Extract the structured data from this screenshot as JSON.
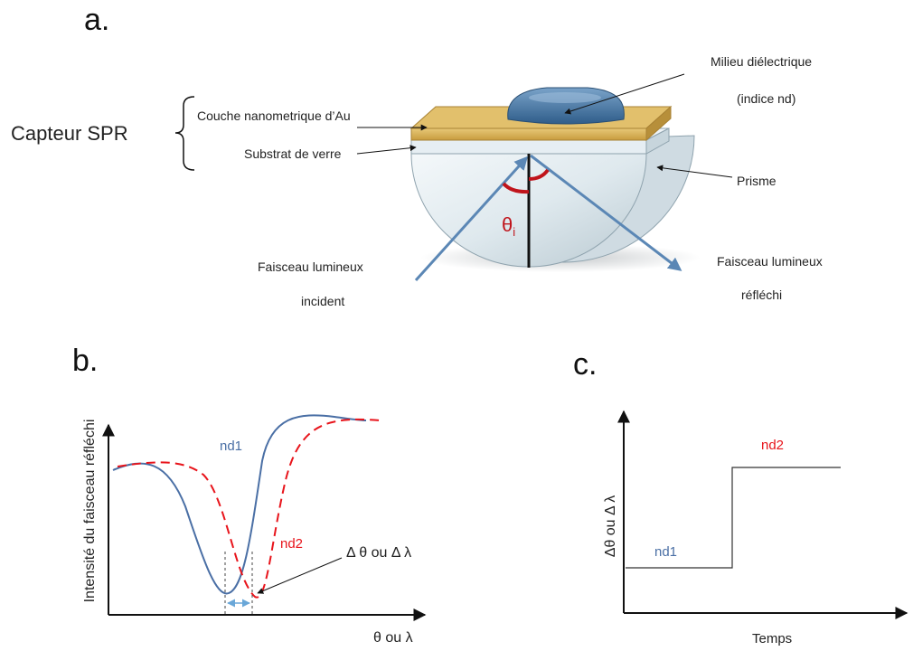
{
  "panels": {
    "a": {
      "letter": "a.",
      "sensor_label": "Capteur SPR",
      "gold_layer": "Couche nanometrique d’Au",
      "glass_substrate": "Substrat de verre",
      "medium_line1": "Milieu diélectrique",
      "medium_line2": "(indice nd)",
      "prism": "Prisme",
      "incident_line1": "Faisceau lumineux",
      "incident_line2": "incident",
      "reflected_line1": "Faisceau lumineux",
      "reflected_line2": "réfléchi",
      "angle_symbol": "θ",
      "angle_subscript": "i"
    },
    "b": {
      "letter": "b.",
      "ylabel": "Intensité du faisceau réfléchi",
      "xlabel": "θ ou λ",
      "curve1_label": "nd1",
      "curve2_label": "nd2",
      "shift_label": "Δ θ ou Δ λ"
    },
    "c": {
      "letter": "c.",
      "ylabel": "Δθ ou Δ λ",
      "xlabel": "Temps",
      "level1_label": "nd1",
      "level2_label": "nd2"
    }
  },
  "colors": {
    "nd1": "#4a6fa5",
    "nd2": "#e8141b",
    "gold": "#d9b25a",
    "drop": "#3f6e9a",
    "beam": "#5b87b5",
    "angle_arc": "#c0141b"
  }
}
